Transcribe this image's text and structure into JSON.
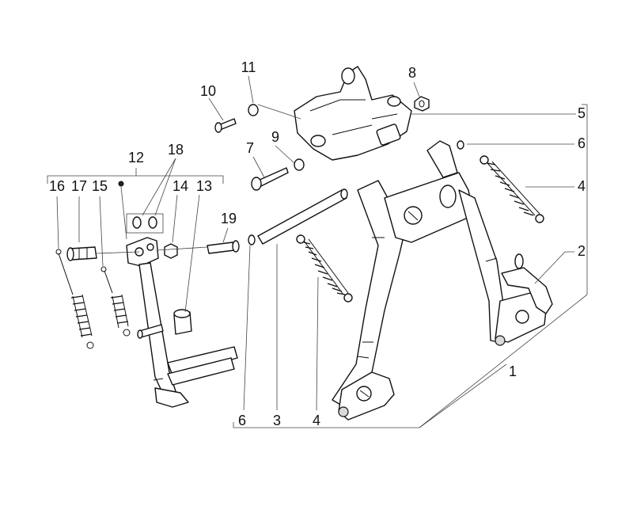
{
  "diagram": {
    "colors": {
      "line": "#111111",
      "background": "#ffffff",
      "shade": "#d9d9d9"
    },
    "labels": {
      "l1": "1",
      "l2": "2",
      "l3": "3",
      "l4a": "4",
      "l4b": "4",
      "l5": "5",
      "l6a": "6",
      "l6b": "6",
      "l7": "7",
      "l8": "8",
      "l9": "9",
      "l10": "10",
      "l11": "11",
      "l12": "12",
      "l13": "13",
      "l14": "14",
      "l15": "15",
      "l16": "16",
      "l17": "17",
      "l18": "18",
      "l19": "19"
    }
  }
}
